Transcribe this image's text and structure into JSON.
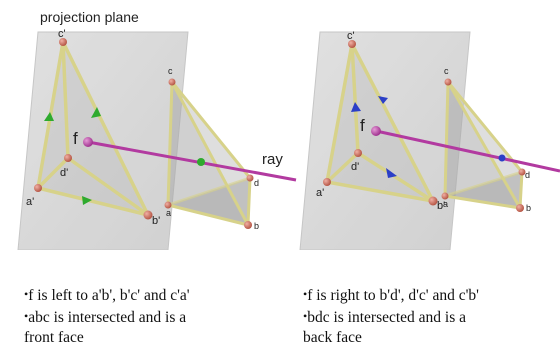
{
  "header": {
    "plane_label": "projection plane"
  },
  "left_panel": {
    "labels": {
      "a_proj": "a'",
      "b_proj": "b'",
      "c_proj": "c'",
      "d_proj": "d'",
      "a": "a",
      "b": "b",
      "c": "c",
      "d": "d",
      "focal": "f",
      "ray": "ray"
    }
  },
  "right_panel": {
    "labels": {
      "a_proj": "a'",
      "b_proj": "b'",
      "c_proj": "c'",
      "d_proj": "d'",
      "a": "a",
      "b": "b",
      "c": "c",
      "d": "d",
      "focal": "f"
    }
  },
  "captions": {
    "left": {
      "bullet1": "f is left to a'b', b'c' and c'a'",
      "bullet2": "abc is intersected and is a",
      "bullet2_cont": "front face"
    },
    "right": {
      "bullet1": "f is right to b'd', d'c' and c'b'",
      "bullet2": "bdc is intersected and is a",
      "bullet2_cont": "back face"
    }
  },
  "colors": {
    "plane": "#d2d2d2",
    "tube": "#cfcb7a",
    "vertex": "#c76a5a",
    "focal": "#b23aa0",
    "ray": "#b23aa0",
    "arrow_front": "#2eaa2e",
    "arrow_back": "#2b3fc7"
  }
}
